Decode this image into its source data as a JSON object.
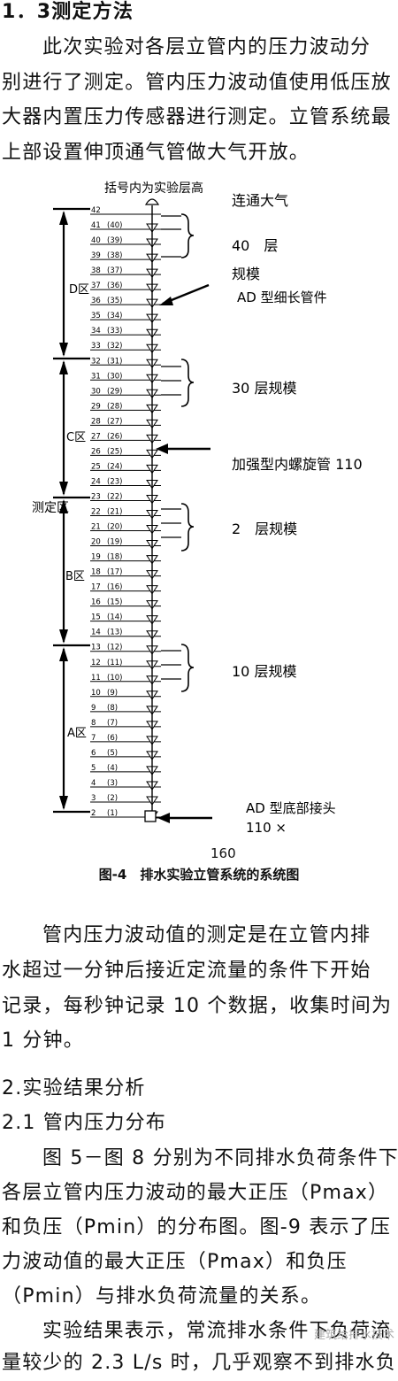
{
  "section13": {
    "heading": "1．3测定方法",
    "lines": [
      "此次实验对各层立管内的压力波动分",
      "别进行了测定。管内压力波动值使用低压放",
      "大器内置压力传感器进行测定。立管系统最",
      "上部设置伸顶通气管做大气开放。"
    ]
  },
  "figure": {
    "note_top": "括号内为实验层高",
    "labels": {
      "atm": "连通大气",
      "scale40a": "40　层",
      "scale40b": "规模",
      "ad_pipe": "AD 型细长管件",
      "scale30": "30 层规模",
      "helix": "加强型内螺旋管 110",
      "scale2": "2　层规模",
      "scale10": "10 层规模",
      "bottom_a": "AD 型底部接头",
      "bottom_b": "110 ×"
    },
    "zones": [
      "D区",
      "C区",
      "B区",
      "A区"
    ],
    "measure": "测定区",
    "floors": [
      {
        "n": "42",
        "e": ""
      },
      {
        "n": "41",
        "e": "(40)"
      },
      {
        "n": "40",
        "e": "(39)"
      },
      {
        "n": "39",
        "e": "(38)"
      },
      {
        "n": "38",
        "e": "(37)"
      },
      {
        "n": "37",
        "e": "(36)"
      },
      {
        "n": "36",
        "e": "(35)"
      },
      {
        "n": "35",
        "e": "(34)"
      },
      {
        "n": "34",
        "e": "(33)"
      },
      {
        "n": "33",
        "e": "(32)"
      },
      {
        "n": "32",
        "e": "(31)"
      },
      {
        "n": "31",
        "e": "(30)"
      },
      {
        "n": "30",
        "e": "(29)"
      },
      {
        "n": "29",
        "e": "(28)"
      },
      {
        "n": "28",
        "e": "(27)"
      },
      {
        "n": "27",
        "e": "(26)"
      },
      {
        "n": "26",
        "e": "(25)"
      },
      {
        "n": "25",
        "e": "(24)"
      },
      {
        "n": "24",
        "e": "(23)"
      },
      {
        "n": "23",
        "e": "(22)"
      },
      {
        "n": "22",
        "e": "(21)"
      },
      {
        "n": "21",
        "e": "(20)"
      },
      {
        "n": "20",
        "e": "(19)"
      },
      {
        "n": "19",
        "e": "(18)"
      },
      {
        "n": "18",
        "e": "(17)"
      },
      {
        "n": "17",
        "e": "(16)"
      },
      {
        "n": "16",
        "e": "(15)"
      },
      {
        "n": "15",
        "e": "(14)"
      },
      {
        "n": "14",
        "e": "(13)"
      },
      {
        "n": "13",
        "e": "(12)"
      },
      {
        "n": "12",
        "e": "(11)"
      },
      {
        "n": "11",
        "e": "(10)"
      },
      {
        "n": "10",
        "e": "(9)"
      },
      {
        "n": "9",
        "e": "(8)"
      },
      {
        "n": "8",
        "e": "(7)"
      },
      {
        "n": "7",
        "e": "(6)"
      },
      {
        "n": "6",
        "e": "(5)"
      },
      {
        "n": "5",
        "e": "(4)"
      },
      {
        "n": "4",
        "e": "(3)"
      },
      {
        "n": "3",
        "e": "(2)"
      },
      {
        "n": "2",
        "e": "(1)"
      }
    ],
    "page_mark": "160",
    "caption": "图-4　排水实验立管系统的系统图"
  },
  "para_record": [
    "管内压力波动值的测定是在立管内排",
    "水超过一分钟后接近定流量的条件下开始",
    "记录，每秒钟记录 10 个数据，收集时间为",
    "1 分钟。"
  ],
  "section2": {
    "heading": "2.实验结果分析",
    "sub": "2.1 管内压力分布",
    "lines": [
      "图 5－图 8 分别为不同排水负荷条件下",
      "各层立管内压力波动的最大正压（Pmax）",
      "和负压（Pmin）的分布图。图-9 表示了压",
      "力波动值的最大正压（Pmax）和负压",
      "（Pmin）与排水负荷流量的关系。"
    ]
  },
  "para_result": [
    "实验结果表示，常流排水条件下负荷流",
    "量较少的 2.3 L/s 时，几乎观察不到排水负"
  ],
  "watermark": "建筑给排水技术"
}
